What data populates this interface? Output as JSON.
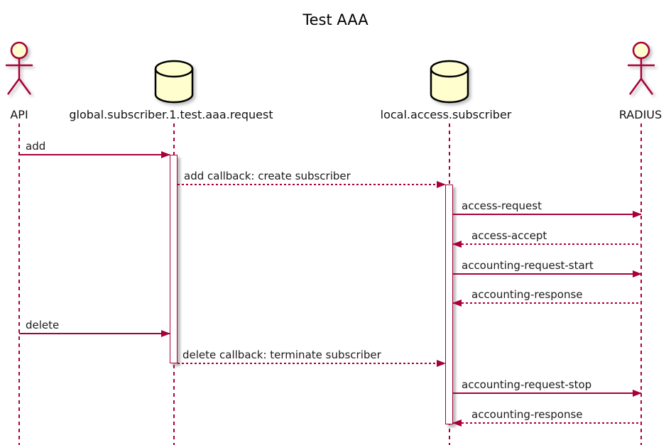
{
  "title": "Test AAA",
  "colors": {
    "accent": "#A80036",
    "shape_fill": "#FEFECE",
    "shape_border": "#000000",
    "text": "#1A1A1A",
    "background": "#FFFFFF"
  },
  "participants": [
    {
      "name": "API",
      "type": "actor"
    },
    {
      "name": "global.subscriber.1.test.aaa.request",
      "type": "database"
    },
    {
      "name": "local.access.subscriber",
      "type": "database"
    },
    {
      "name": "RADIUS",
      "type": "actor"
    }
  ],
  "messages": [
    {
      "from": "API",
      "to": "global.subscriber.1.test.aaa.request",
      "label": "add",
      "line": "solid",
      "direction": "right"
    },
    {
      "from": "global.subscriber.1.test.aaa.request",
      "to": "local.access.subscriber",
      "label": "add callback: create subscriber",
      "line": "dotted",
      "direction": "right"
    },
    {
      "from": "local.access.subscriber",
      "to": "RADIUS",
      "label": "access-request",
      "line": "solid",
      "direction": "right"
    },
    {
      "from": "RADIUS",
      "to": "local.access.subscriber",
      "label": "access-accept",
      "line": "dotted",
      "direction": "left"
    },
    {
      "from": "local.access.subscriber",
      "to": "RADIUS",
      "label": "accounting-request-start",
      "line": "solid",
      "direction": "right"
    },
    {
      "from": "RADIUS",
      "to": "local.access.subscriber",
      "label": "accounting-response",
      "line": "dotted",
      "direction": "left"
    },
    {
      "from": "API",
      "to": "global.subscriber.1.test.aaa.request",
      "label": "delete",
      "line": "solid",
      "direction": "right"
    },
    {
      "from": "global.subscriber.1.test.aaa.request",
      "to": "local.access.subscriber",
      "label": "delete callback: terminate subscriber",
      "line": "dotted",
      "direction": "right"
    },
    {
      "from": "local.access.subscriber",
      "to": "RADIUS",
      "label": "accounting-request-stop",
      "line": "solid",
      "direction": "right"
    },
    {
      "from": "RADIUS",
      "to": "local.access.subscriber",
      "label": "accounting-response",
      "line": "dotted",
      "direction": "left"
    }
  ]
}
